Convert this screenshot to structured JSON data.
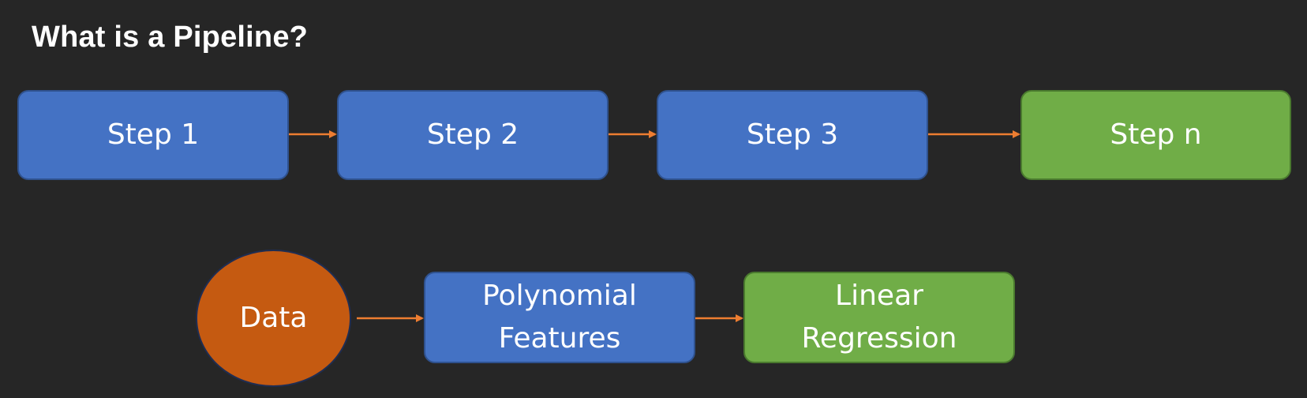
{
  "title": "What is a Pipeline?",
  "top_row": {
    "steps": [
      {
        "label": "Step 1",
        "color": "#4472c4"
      },
      {
        "label": "Step 2",
        "color": "#4472c4"
      },
      {
        "label": "Step 3",
        "color": "#4472c4"
      },
      {
        "label": "Step n",
        "color": "#70ad47"
      }
    ]
  },
  "bottom_row": {
    "data_node": {
      "label": "Data",
      "color": "#c55a11"
    },
    "polynomial_node": {
      "line1": "Polynomial",
      "line2": "Features",
      "color": "#4472c4"
    },
    "regression_node": {
      "line1": "Linear",
      "line2": "Regression",
      "color": "#70ad47"
    }
  },
  "colors": {
    "background": "#262626",
    "arrow": "#ed7d31"
  }
}
